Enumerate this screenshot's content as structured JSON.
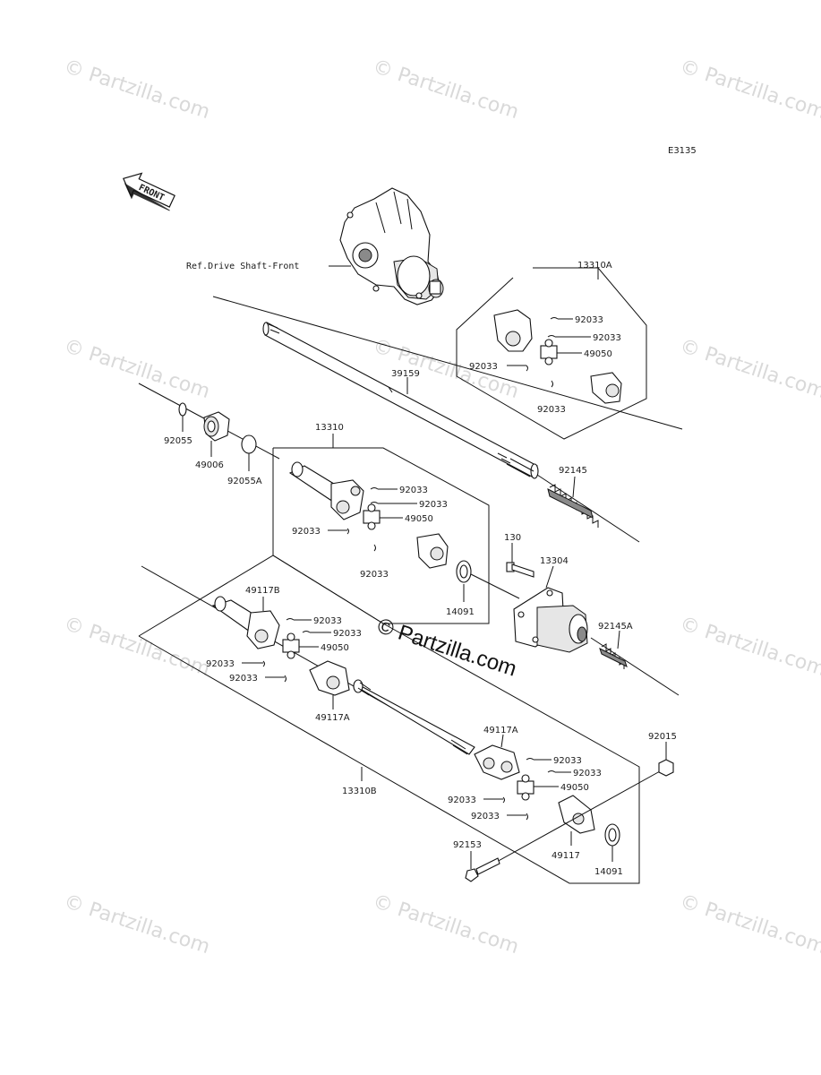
{
  "diagram_code": "E3135",
  "front_arrow_label": "FRONT",
  "ref_label": "Ref.Drive Shaft-Front",
  "watermark": "© Partzilla.com",
  "center_watermark": "© Partzilla.com",
  "labels": {
    "l_13310A": "13310A",
    "l_92033_a1": "92033",
    "l_92033_a2": "92033",
    "l_49050_a": "49050",
    "l_92033_a3": "92033",
    "l_92033_a4": "92033",
    "l_39159": "39159",
    "l_92055": "92055",
    "l_49006": "49006",
    "l_92055A": "92055A",
    "l_13310": "13310",
    "l_92033_b1": "92033",
    "l_92033_b2": "92033",
    "l_49050_b": "49050",
    "l_92033_b3": "92033",
    "l_92033_b4": "92033",
    "l_14091_a": "14091",
    "l_92145": "92145",
    "l_130": "130",
    "l_13304": "13304",
    "l_92145A": "92145A",
    "l_49117B": "49117B",
    "l_92033_c1": "92033",
    "l_92033_c2": "92033",
    "l_49050_c": "49050",
    "l_92033_c3": "92033",
    "l_92033_c4": "92033",
    "l_49117A_a": "49117A",
    "l_49117A_b": "49117A",
    "l_92015": "92015",
    "l_92033_d1": "92033",
    "l_92033_d2": "92033",
    "l_49050_d": "49050",
    "l_92033_d3": "92033",
    "l_92033_d4": "92033",
    "l_13310B": "13310B",
    "l_92153": "92153",
    "l_49117": "49117",
    "l_14091_b": "14091"
  }
}
